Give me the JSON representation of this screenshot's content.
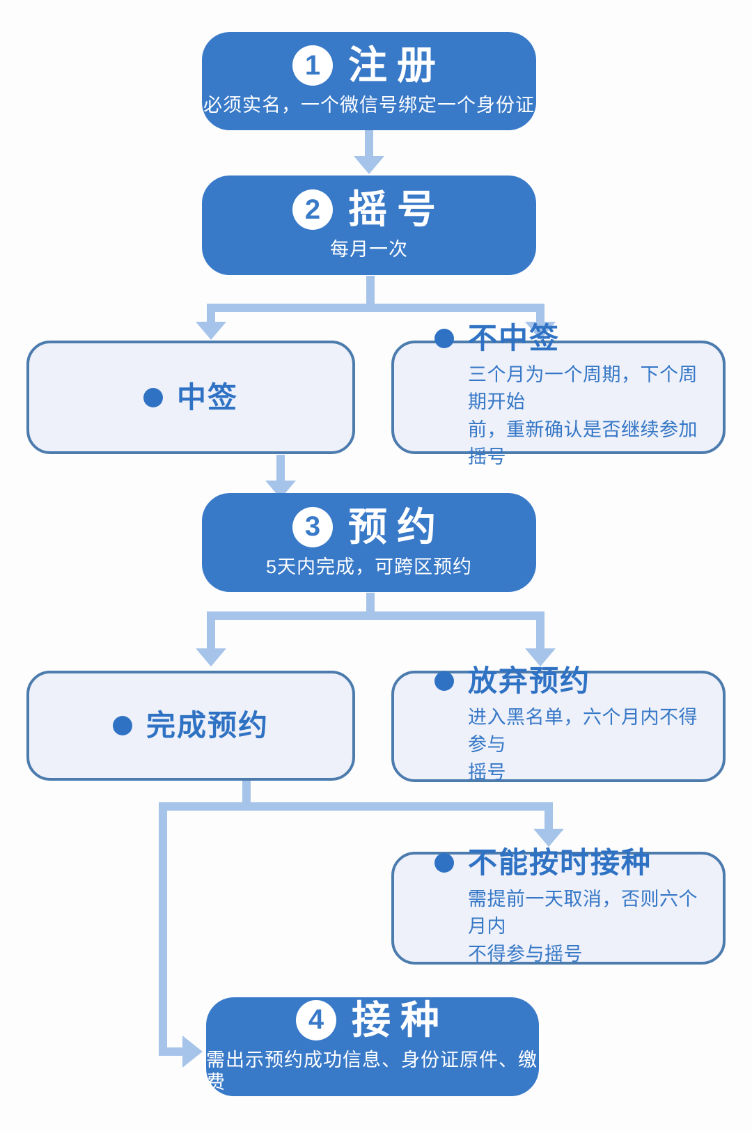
{
  "palette": {
    "step_fill": "#3879c8",
    "step_text": "#ffffff",
    "outcome_fill": "#eef1fa",
    "outcome_border": "#4c7bad",
    "outcome_text": "#2f72c4",
    "note_text": "#3577c6",
    "connector": "#a6c4e9",
    "background": "#fdfdfd"
  },
  "steps": {
    "register": {
      "number": "1",
      "title": "注册",
      "subtitle": "必须实名，一个微信号绑定一个身份证"
    },
    "lottery": {
      "number": "2",
      "title": "摇号",
      "subtitle": "每月一次"
    },
    "reserve": {
      "number": "3",
      "title": "预约",
      "subtitle": "5天内完成，可跨区预约"
    },
    "vaccinate": {
      "number": "4",
      "title": "接种",
      "subtitle": "需出示预约成功信息、身份证原件、缴费"
    }
  },
  "outcomes": {
    "win": {
      "title": "中签"
    },
    "lose": {
      "title": "不中签",
      "note_lines": [
        "三个月为一个周期，下个周期开始",
        "前，重新确认是否继续参加摇号"
      ]
    },
    "complete": {
      "title": "完成预约"
    },
    "abandon": {
      "title": "放弃预约",
      "note_lines": [
        "进入黑名单，六个月内不得参与",
        "摇号"
      ]
    },
    "miss": {
      "title": "不能按时接种",
      "note_lines": [
        "需提前一天取消，否则六个月内",
        "不得参与摇号"
      ]
    }
  }
}
